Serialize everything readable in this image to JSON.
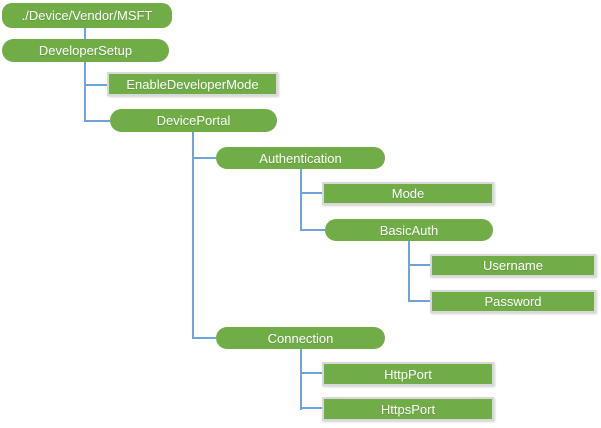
{
  "colors": {
    "node_fill": "#70AD47",
    "node_text": "#FFFFFF",
    "connector": "#6FA3DC",
    "leaf_border": "#D9D9D9"
  },
  "diagram": {
    "type": "tree",
    "nodes": [
      {
        "label": "./Device/Vendor/MSFT",
        "kind": "root",
        "children": [
          "DeveloperSetup"
        ]
      },
      {
        "label": "DeveloperSetup",
        "kind": "branch",
        "children": [
          "EnableDeveloperMode",
          "DevicePortal"
        ]
      },
      {
        "label": "EnableDeveloperMode",
        "kind": "leaf",
        "children": []
      },
      {
        "label": "DevicePortal",
        "kind": "branch",
        "children": [
          "Authentication",
          "Connection"
        ]
      },
      {
        "label": "Authentication",
        "kind": "branch",
        "children": [
          "Mode",
          "BasicAuth"
        ]
      },
      {
        "label": "Mode",
        "kind": "leaf",
        "children": []
      },
      {
        "label": "BasicAuth",
        "kind": "branch",
        "children": [
          "Username",
          "Password"
        ]
      },
      {
        "label": "Username",
        "kind": "leaf",
        "children": []
      },
      {
        "label": "Password",
        "kind": "leaf",
        "children": []
      },
      {
        "label": "Connection",
        "kind": "branch",
        "children": [
          "HttpPort",
          "HttpsPort"
        ]
      },
      {
        "label": "HttpPort",
        "kind": "leaf",
        "children": []
      },
      {
        "label": "HttpsPort",
        "kind": "leaf",
        "children": []
      }
    ]
  }
}
